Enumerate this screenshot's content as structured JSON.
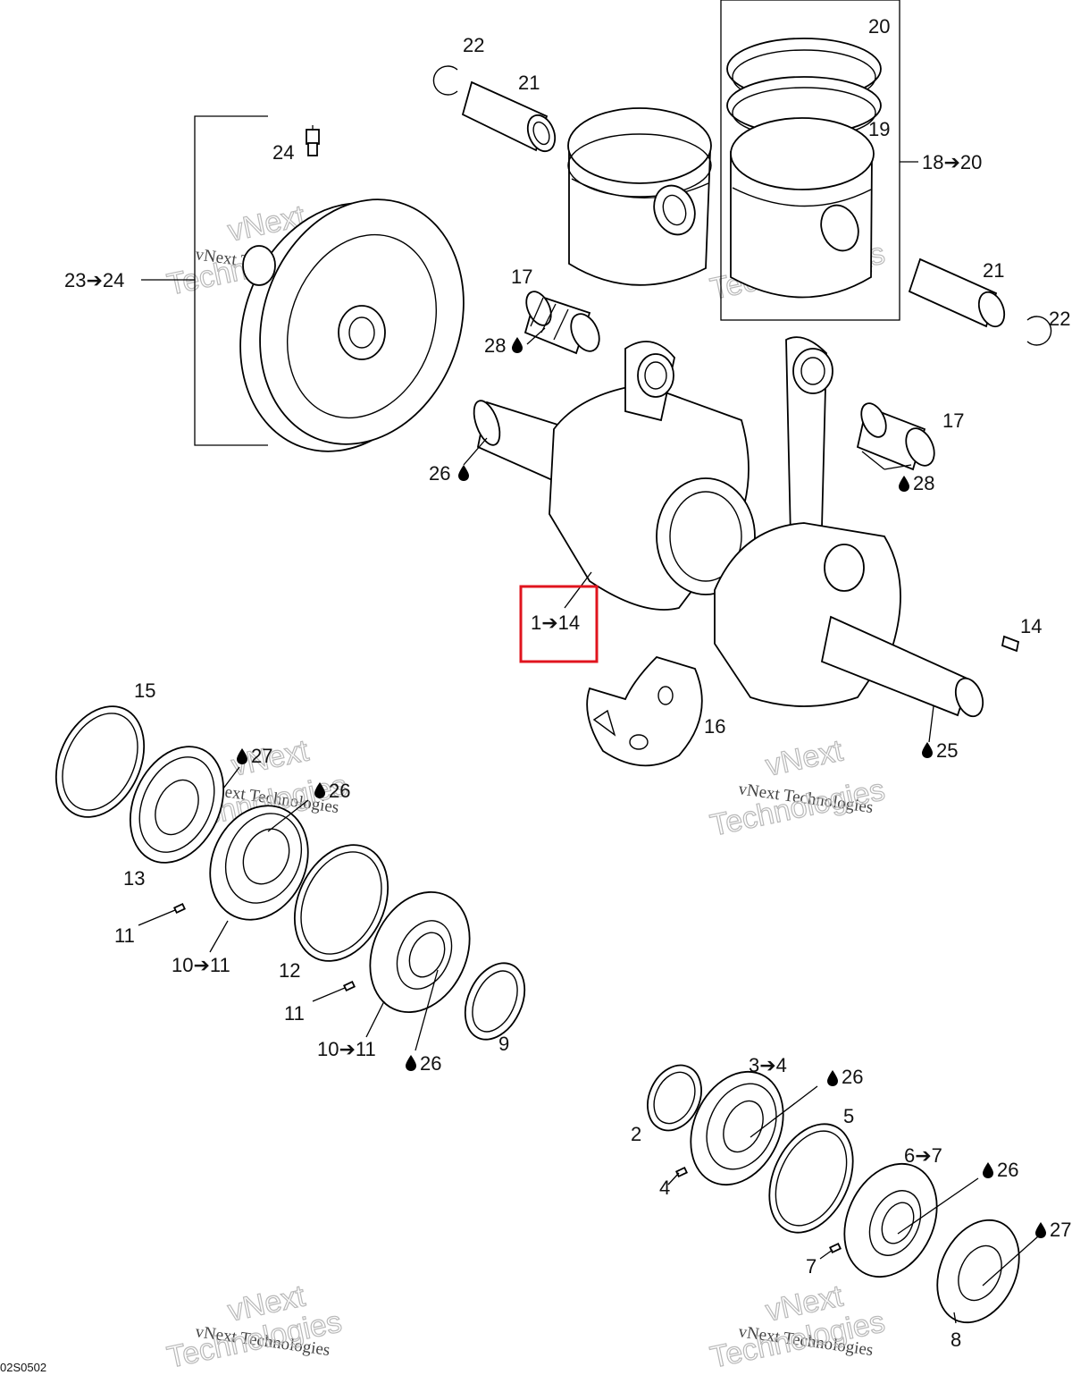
{
  "figure": {
    "code": "02S0502",
    "watermark_line1": "vNext Technologies",
    "watermark_line2": "vNext",
    "watermark_line3": "Technologies",
    "highlight_color": "#e0141e"
  },
  "callouts": {
    "c22a": "22",
    "c21a": "21",
    "c20": "20",
    "c19": "19",
    "c18_20": "18➔20",
    "c24": "24",
    "c23_24": "23➔24",
    "c17a": "17",
    "c28a": "28",
    "c21b": "21",
    "c22b": "22",
    "c17b": "17",
    "c28b": "28",
    "c26a": "26",
    "c1_14": "1➔14",
    "c14": "14",
    "c16": "16",
    "c25": "25",
    "c15": "15",
    "c27a": "27",
    "c26b": "26",
    "c13": "13",
    "c11a": "11",
    "c10_11a": "10➔11",
    "c12": "12",
    "c11b": "11",
    "c10_11b": "10➔11",
    "c26c": "26",
    "c9": "9",
    "c3_4": "3➔4",
    "c26d": "26",
    "c2": "2",
    "c5": "5",
    "c4": "4",
    "c6_7": "6➔7",
    "c26e": "26",
    "c7": "7",
    "c27b": "27",
    "c8": "8"
  }
}
